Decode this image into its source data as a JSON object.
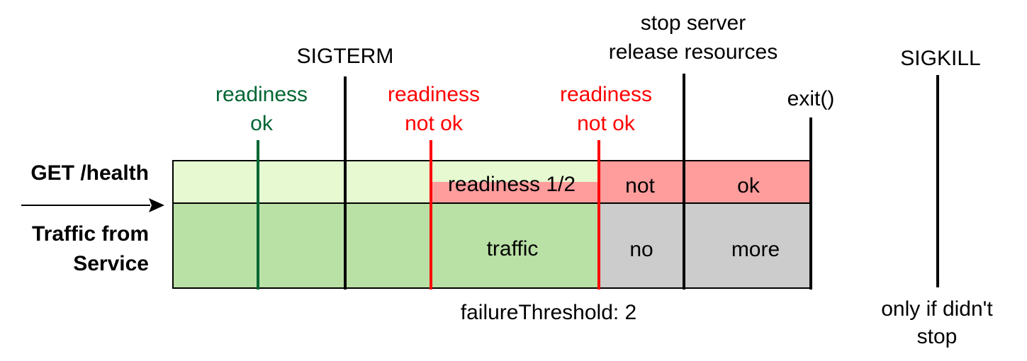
{
  "row_labels": {
    "health": "GET /health",
    "traffic_line1": "Traffic from",
    "traffic_line2": "Service"
  },
  "events": {
    "readiness_ok_line1": "readiness",
    "readiness_ok_line2": "ok",
    "sigterm": "SIGTERM",
    "readiness_fail1_line1": "readiness",
    "readiness_fail1_line2": "not ok",
    "readiness_fail2_line1": "readiness",
    "readiness_fail2_line2": "not ok",
    "stop_server_line1": "stop server",
    "stop_server_line2": "release resources",
    "exit": "exit()",
    "sigkill": "SIGKILL",
    "sigkill_note_line1": "only if didn't",
    "sigkill_note_line2": "stop"
  },
  "regions": {
    "readiness_half": "readiness 1/2",
    "not": "not",
    "ok": "ok",
    "traffic": "traffic",
    "no": "no",
    "more": "more"
  },
  "threshold_note": "failureThreshold: 2",
  "colors": {
    "health_ok_fill": "#e6f9d0",
    "health_fail_fill": "#ff9c9c",
    "traffic_ok_fill": "#b9e0a5",
    "traffic_none_fill": "#cccccc",
    "ok_green": "#006633",
    "fail_red": "#ff0000",
    "black": "#000000"
  }
}
